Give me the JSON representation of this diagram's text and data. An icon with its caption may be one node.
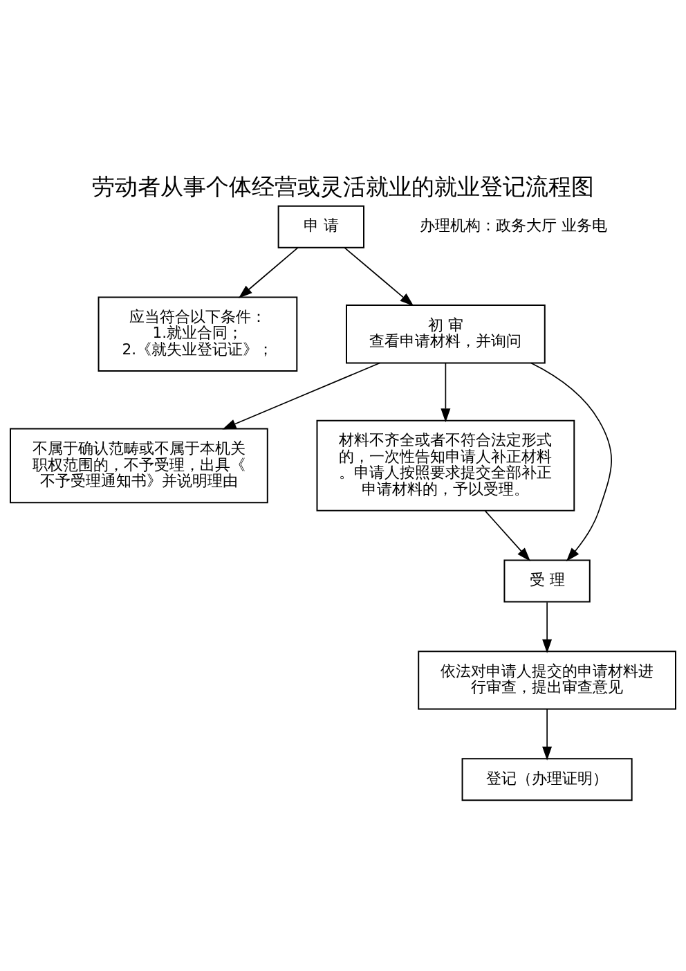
{
  "diagram": {
    "title": "劳动者从事个体经营或灵活就业的就业登记流程图",
    "nodes": [
      {
        "text": [
          "申 请"
        ]
      },
      {
        "text": [
          "应当符合以下条件：",
          "1.就业合同；",
          "2.《就失业登记证》；"
        ]
      },
      {
        "text": [
          "初 审",
          "查看申请材料，并询问"
        ]
      },
      {
        "text": [
          "不属于确认范畴或不属于本机关职权范围的，不予受理，出具《不予受理通知书》并说明理由"
        ]
      },
      {
        "text": [
          "材料不齐全或者不符合法定形式的，一次性告知申请人补正材料。申请人按照要求提交全部补正申请材料的，予以受理。"
        ]
      },
      {
        "text": [
          "受 理"
        ]
      },
      {
        "text": [
          "依法对申请人提交的申请材料进行审查，提出审查意见"
        ]
      },
      {
        "text": [
          "登记（办理证明）"
        ]
      }
    ],
    "edges": [
      {
        "from": 0,
        "to": 1,
        "arrow": "to"
      },
      {
        "from": 0,
        "to": 2,
        "arrow": "to"
      },
      {
        "from": 2,
        "to": 3,
        "arrow": "to"
      },
      {
        "from": 2,
        "to": 4,
        "arrow": "to"
      },
      {
        "from": 2,
        "to": 5,
        "arrow": "to"
      },
      {
        "from": 4,
        "to": 5,
        "arrow": "to"
      },
      {
        "from": 5,
        "to": 6,
        "arrow": "to"
      },
      {
        "from": 6,
        "to": 7,
        "arrow": "to"
      }
    ],
    "labels": [
      "办理机构：政务大厅 业务电"
    ]
  }
}
